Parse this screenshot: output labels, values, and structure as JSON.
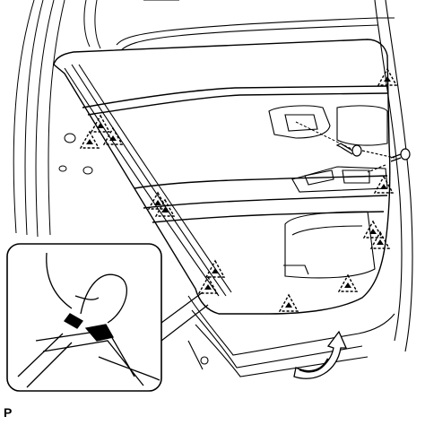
{
  "figure": {
    "corner_label": "P",
    "line_color": "#000000",
    "background": "#ffffff",
    "clip_marker_icon": "dashed-triangle-clip-icon",
    "screw_icon": "screw-icon",
    "removal_arrow_icon": "curved-arrow-icon",
    "clip_marker_count": 13,
    "screw_count": 2
  }
}
